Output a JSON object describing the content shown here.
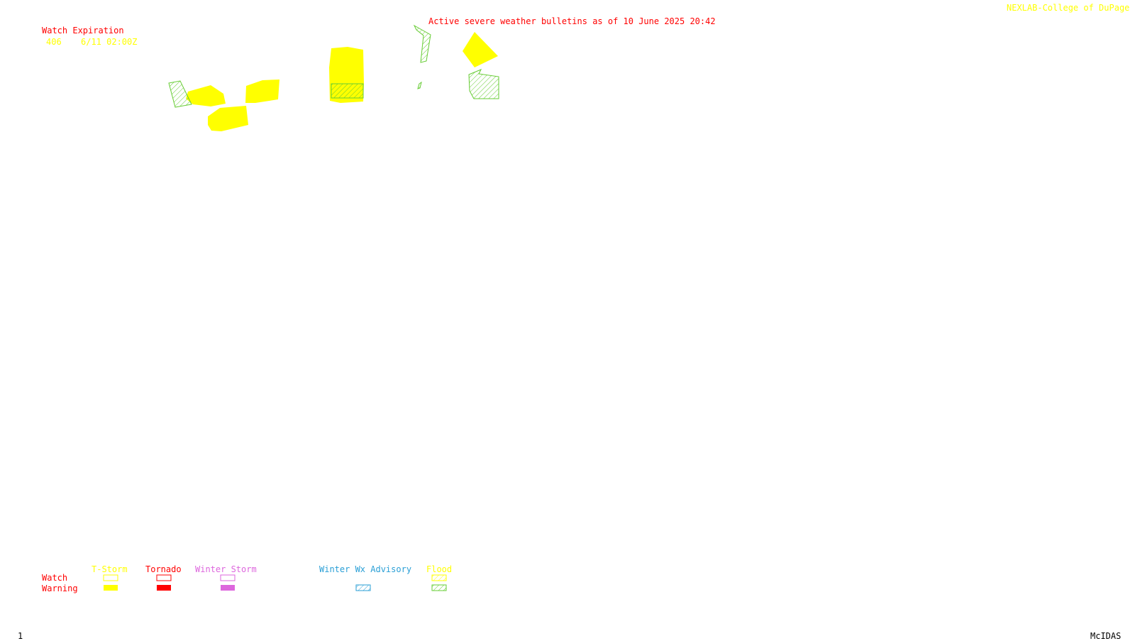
{
  "header": {
    "bulletin_title": "Active severe weather bulletins as of 10 June 2025 20:42",
    "credit": "NEXLAB-College of DuPage R"
  },
  "watch_expiration": {
    "heading": "Watch Expiration",
    "entries": [
      {
        "number": "406",
        "expires": "6/11 02:00Z"
      }
    ]
  },
  "legend": {
    "row_labels": {
      "watch": "Watch",
      "warning": "Warning"
    },
    "categories": {
      "tstorm": "T-Storm",
      "tornado": "Tornado",
      "winter_storm": "Winter Storm",
      "winter_advisory": "Winter Wx Advisory",
      "flood": "Flood"
    }
  },
  "footer": {
    "frame_number": "1",
    "software": "McIDAS"
  },
  "colors": {
    "tstorm": "#ffff00",
    "tornado": "#ff0000",
    "winter_storm": "#dd66dd",
    "winter_advisory": "#2a9fd6",
    "flood": "#66cc33",
    "header_text": "#ff0000"
  }
}
